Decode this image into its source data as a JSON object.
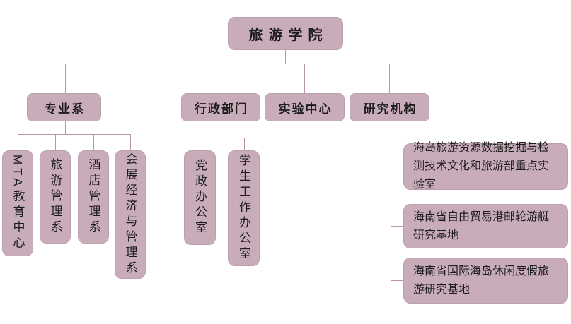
{
  "colors": {
    "box_fill": "#c9acba",
    "box_border": "#bda0af",
    "connector_line": "#bc93a8",
    "text": "#1c1c1c",
    "background": "#ffffff"
  },
  "org_chart": {
    "root": {
      "label": "旅游学院"
    },
    "level2": [
      {
        "label": "专业系"
      },
      {
        "label": "行政部门"
      },
      {
        "label": "实验中心"
      },
      {
        "label": "研究机构"
      }
    ],
    "professional_departments": [
      {
        "label": "MTA教育中心"
      },
      {
        "label": "旅游管理系"
      },
      {
        "label": "酒店管理系"
      },
      {
        "label": "会展经济与管理系"
      }
    ],
    "admin_offices": [
      {
        "label": "党政办公室"
      },
      {
        "label": "学生工作办公室"
      }
    ],
    "research_institutions": [
      {
        "label": "海岛旅游资源数据挖掘与检测技术文化和旅游部重点实验室"
      },
      {
        "label": "海南省自由贸易港邮轮游艇研究基地"
      },
      {
        "label": "海南省国际海岛休闲度假旅游研究基地"
      }
    ]
  }
}
